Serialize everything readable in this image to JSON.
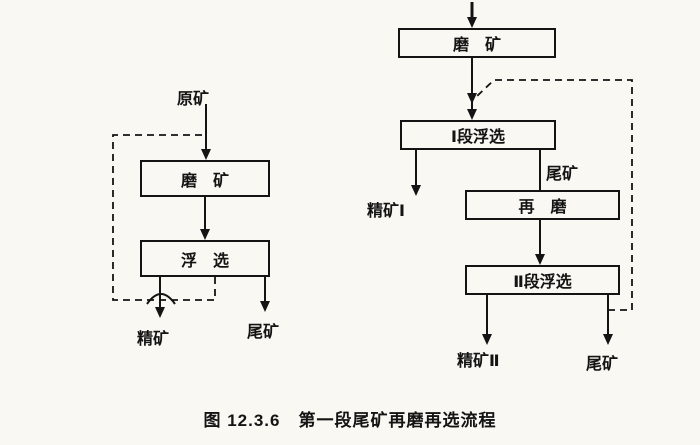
{
  "page": {
    "background": "#f9f8f2",
    "ink": "#141414"
  },
  "caption": "图 12.3.6　第一段尾矿再磨再选流程",
  "left_flow": {
    "feed_label": "原矿",
    "grinding_box": "磨　矿",
    "flotation_box": "浮　选",
    "concentrate_label": "精矿",
    "tailings_label": "尾矿"
  },
  "right_flow": {
    "grinding_box": "磨　矿",
    "stage1_flotation_box": "Ⅰ段浮选",
    "regrind_box": "再　磨",
    "stage2_flotation_box": "Ⅱ段浮选",
    "stage1_tailings_label": "尾矿",
    "concentrate1_label": "精矿Ⅰ",
    "concentrate2_label": "精矿Ⅱ",
    "final_tailings_label": "尾矿"
  }
}
